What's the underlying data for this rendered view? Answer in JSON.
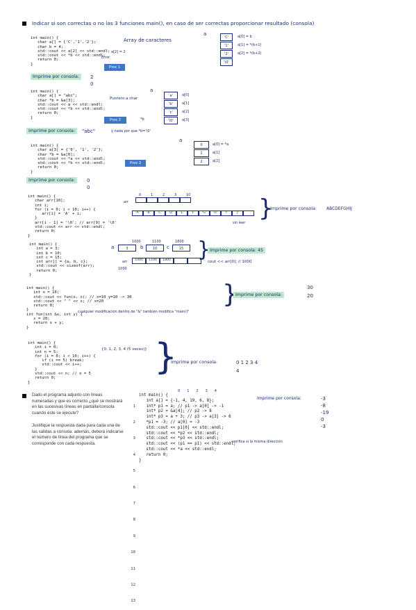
{
  "header": {
    "title": "Indicar si son correctas o no las 3 funciones main(), en caso de ser correctas proporcionar resultado (consola)"
  },
  "ex1": {
    "code": "int main() {\n   char a[] = {'C','1','2'};\n   char b = 4;\n   std::cout << a[2] << std::endl;\n   std::cout << *b << std::endl;\n   return 0;\n}",
    "note_array": "Array de caracteres",
    "note_a2": "a[2] = 2",
    "note_b": "Error",
    "button": "Proc 1",
    "console_label": "Imprime por consola:",
    "console_out": [
      "2",
      "0"
    ],
    "diagram_var": "a",
    "cells": [
      "'C'",
      "'1'",
      "'2'",
      "'\\0'"
    ],
    "cell_labels": [
      "a[0] = b",
      "a[1] = *(b+1)",
      "a[2] = *(b+2)"
    ]
  },
  "ex2": {
    "code": "int main() {\n   char a[] = \"abc\";\n   char *b = &a[3];\n   std::cout << a << std::endl;\n   std::cout << *b << std::endl;\n   return 0;\n}",
    "note": "Puntero a char",
    "button": "Proc 2",
    "console_label": "Imprime por consola:",
    "console_out": "\"abc\"",
    "console_extra": "y nada por que *b='\\0'",
    "diagram_var": "a",
    "ptr_label": "*b",
    "cells": [
      "'a'",
      "'b'",
      "'c'",
      "'\\0'"
    ],
    "cell_labels": [
      "a[0]",
      "a[1]",
      "a[2]",
      "a[3]"
    ]
  },
  "ex3": {
    "code": "int main() {\n   char a[3] = {'0', '1', '2'};\n   char *b = &a[0];\n   std::cout << *a << std::endl;\n   std::cout << *b << std::endl;\n   return 0;\n}",
    "button": "Proc 3",
    "console_label": "Imprime por consola:",
    "console_out": [
      "0",
      "0"
    ],
    "diagram_var": "a",
    "cells": [
      "0",
      "1",
      "2"
    ],
    "cell_labels": [
      "a[0] = *a",
      "a[1]",
      "a[2]"
    ]
  },
  "ex4": {
    "code": "int main() {\n   char arr[10];\n   int i;\n   for (i = 0; i < 10; i++) {\n      arr[i] = 'A' + i;\n   }\n   arr[i - 1] = '\\0'; // arr[9] = '\\0'\n   std::cout << arr << std::endl;\n   return 0;\n}",
    "arr_label": "arr",
    "top_indices": [
      "0",
      "1",
      "2",
      "3",
      "10"
    ],
    "cells": [
      "'A'",
      "'B'",
      "'C'",
      "'D'",
      "'E'",
      "'F'",
      "'G'",
      "'H'",
      "'I'",
      "'J'"
    ],
    "sin_label": "sin leer",
    "console_label": "Imprime por consola:",
    "console_out": "ABCDEFGHIJ"
  },
  "ex5": {
    "code": "int main() {\n   int a = 3;\n   int b = 10;\n   int c = 15;\n   int arr[] = {a, b, c};\n   std::cout << sizeof(arr);\n   return 0;\n}",
    "vars": [
      {
        "name": "a",
        "value": "3",
        "addr": "1000"
      },
      {
        "name": "b",
        "value": "10",
        "addr": "1100"
      },
      {
        "name": "c",
        "value": "15",
        "addr": "1800"
      }
    ],
    "arr_label": "arr",
    "arr_cells": [
      "1000",
      "1100",
      "1800"
    ],
    "arr_addr": "1000",
    "console_label": "Imprime por consola: 45",
    "note": "cout << arr[0]; // 1000"
  },
  "ex6": {
    "code": "int main() {\n   int x = 10;\n   std::cout << fun(x, x); // x=10 y=10 -> 30\n   std::cout << \" \" << x; // x=20\n   return 0;\n}\nint fun(int &x, int y) {\n   x = 20;\n   return x + y;\n}",
    "note": "cualquier modificación dentro de \"&\" también modifica \"main()\"",
    "console_label": "Imprime por consola:",
    "console_out": [
      "30",
      "20"
    ]
  },
  "ex7": {
    "code": "int main() {\n   int i = 0;\n   int n = 5;\n   for (i = 0; i < 10; i++) {\n      if (i == 5) break;\n      std::cout << i++;\n   }\n   std::cout << n; // n = 5\n   return 0;\n}",
    "note_loop": "{0, 1, 2, 3, 4 (5 veces)}",
    "console_label": "Imprime por consola:",
    "console_out": [
      "0 1 2 3 4",
      "4"
    ]
  },
  "q2": {
    "question": "Dado el programa adjunto con líneas numeradas y que es correcto ¿qué se mostrará en las sucesivas líneas en pantalla/consola cuando éste se ejecute?",
    "instructions": "Justifique la respuesta dada para cada una de las salidas a consola. además, deberá indicarse el número de línea del programa que se corresponde con cada respuesta.",
    "line_numbers": [
      "1",
      "2",
      "3",
      "4",
      "5",
      "6",
      "7",
      "8",
      "9",
      "10",
      "11",
      "12",
      "13"
    ],
    "code": "int main() {\n   int a[] = {-1, 4, 19, 6, 8};\n   int* p1 = a; // p1 -> a[0] -> -1\n   int* p2 = &a[4]; // p2 -> 8\n   int* p3 = a + 3; // p3 -> a[3] -> 6\n   *p1 = -3; // a[0] = -3\n   std::cout << p1[0] << std::endl;\n   std::cout << *p2 << std::endl;\n   std::cout << *p3 << std::endl;\n   std::cout << (p1 == p1) << std::endl;\n   std::cout << *a << std::endl;\n   return 0;\n}",
    "indices": [
      "0",
      "1",
      "2",
      "3",
      "4"
    ],
    "note": "verifica si la misma dirección",
    "console_label": "Imprime por consola:",
    "console_out": [
      "-3",
      "-8",
      "-19",
      "0",
      "-3"
    ]
  },
  "colors": {
    "ink": "#1a2a6c",
    "highlight": "#bfe9cf",
    "button": "#3f77c7"
  }
}
